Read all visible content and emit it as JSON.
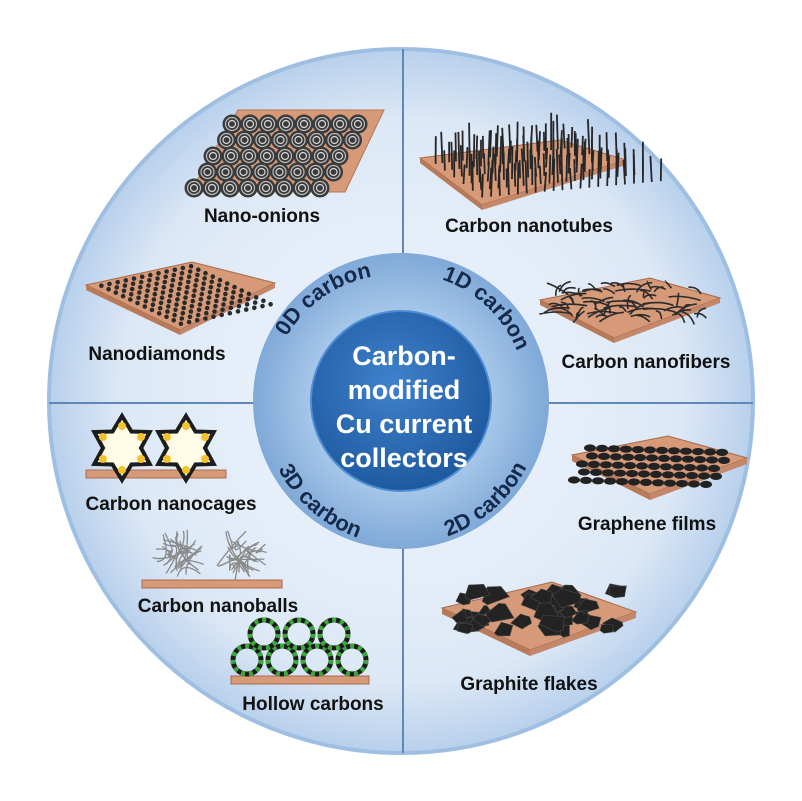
{
  "center": {
    "lines": [
      "Carbon-",
      "modified",
      "Cu current",
      "collectors"
    ]
  },
  "ring": {
    "zero_d": "0D carbon",
    "one_d": "1D carbon",
    "two_d": "2D carbon",
    "three_d": "3D carbon"
  },
  "labels": {
    "nano_onions": "Nano-onions",
    "nanodiamonds": "Nanodiamonds",
    "carbon_nanotubes": "Carbon nanotubes",
    "carbon_nanofibers": "Carbon nanofibers",
    "graphene_films": "Graphene films",
    "graphite_flakes": "Graphite flakes",
    "carbon_nanocages": "Carbon nanocages",
    "carbon_nanoballs": "Carbon nanoballs",
    "hollow_carbons": "Hollow carbons"
  },
  "colors": {
    "outer_disc": "#dce8f6",
    "outer_rim": "#a9c4e4",
    "middle_ring": "#8fb6e0",
    "center_disc": "#2d6cb5",
    "copper": "#d69a78",
    "carbon": "#2a2a2a"
  }
}
